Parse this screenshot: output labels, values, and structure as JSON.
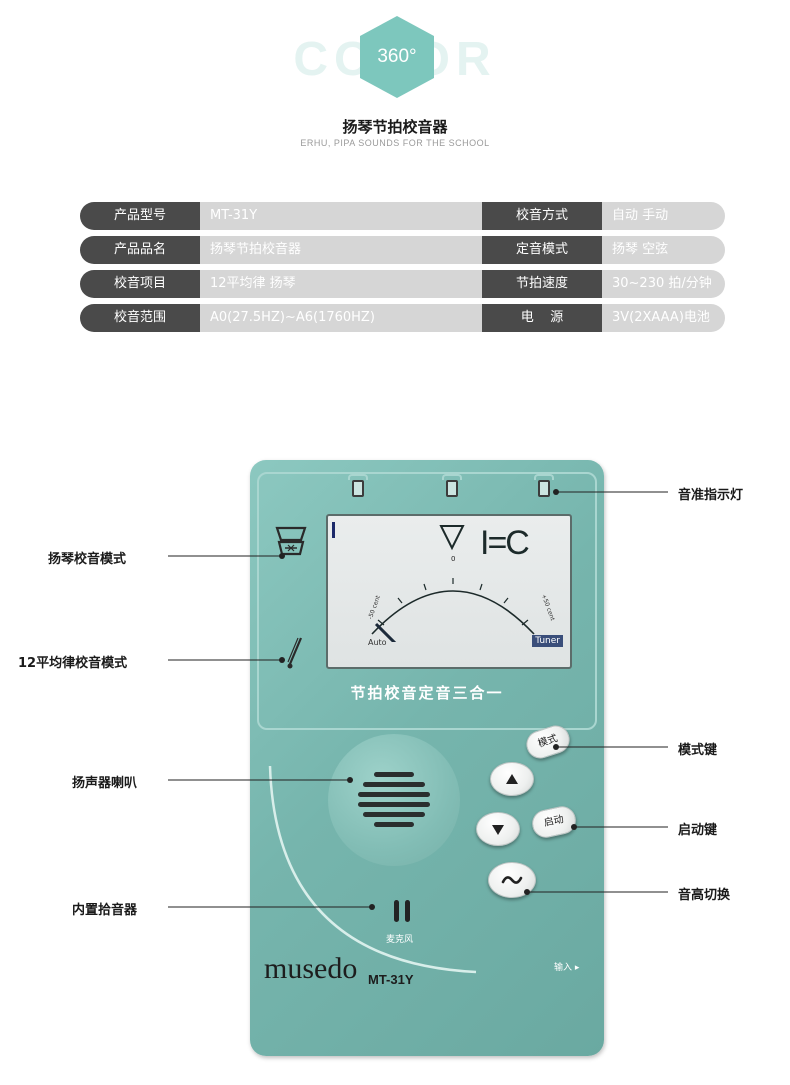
{
  "header": {
    "logo_bg_text": "COLOR",
    "logo_badge": "360°",
    "title": "扬琴节拍校音器",
    "subtitle": "ERHU, PIPA SOUNDS FOR THE SCHOOL"
  },
  "specs": [
    {
      "label1": "产品型号",
      "value1": "MT-31Y",
      "label2": "校音方式",
      "value2": "自动 手动"
    },
    {
      "label1": "产品品名",
      "value1": "扬琴节拍校音器",
      "label2": "定音模式",
      "value2": "扬琴 空弦"
    },
    {
      "label1": "校音项目",
      "value1": "12平均律 扬琴",
      "label2": "节拍速度",
      "value2": "30~230 拍/分钟"
    },
    {
      "label1": "校音范围",
      "value1": "A0(27.5HZ)~A6(1760HZ)",
      "label2": "电    源",
      "value2": "3V(2XAAA)电池"
    }
  ],
  "device": {
    "lcd_note": "I=C",
    "lcd_zero": "0",
    "lcd_auto": "Auto",
    "lcd_tuner": "Tuner",
    "lcd_minus": "-50 cent",
    "lcd_plus": "+50 cent",
    "slogan": "节拍校音定音三合一",
    "mode_button": "模式",
    "start_button": "启动",
    "mic_label": "麦克风",
    "brand": "musedo",
    "model": "MT-31Y",
    "input_label": "输入 ▸"
  },
  "callouts": {
    "indicator": "音准指示灯",
    "yangqin_mode": "扬琴校音模式",
    "temperament_mode": "12平均律校音模式",
    "speaker": "扬声器喇叭",
    "mode_key": "模式键",
    "start_key": "启动键",
    "pitch_switch": "音高切换",
    "mic": "内置拾音器"
  },
  "colors": {
    "accent_teal": "#7dbdb5",
    "label_dark": "#4a4a4a",
    "value_gray": "#d6d6d6"
  }
}
